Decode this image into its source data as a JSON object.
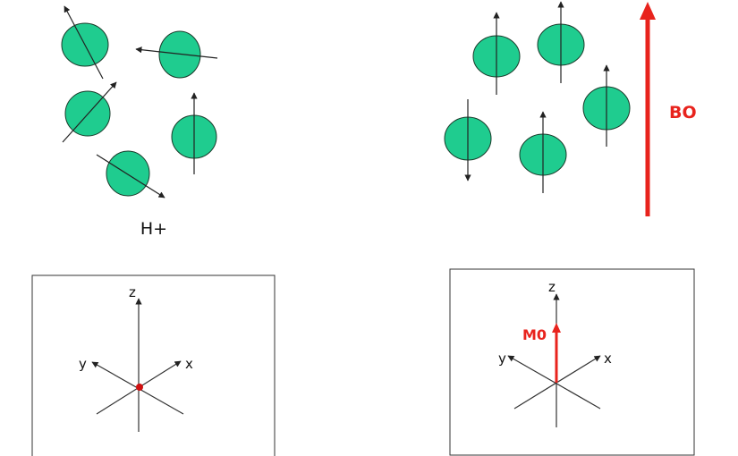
{
  "labels": {
    "hplus": "H+",
    "b0": "BO",
    "m0": "M0",
    "z_left": "z",
    "y_left": "y",
    "x_left": "x",
    "z_right": "z",
    "y_right": "y",
    "x_right": "x"
  },
  "colors": {
    "proton_fill": "#1fcc8f",
    "proton_stroke": "#1a3a2a",
    "field_red": "#e8231d",
    "origin_red": "#d01010",
    "axis": "#333333",
    "frame": "#333333"
  },
  "icons": {
    "proton": "circle-with-spin-arrow",
    "field": "arrow-up"
  }
}
